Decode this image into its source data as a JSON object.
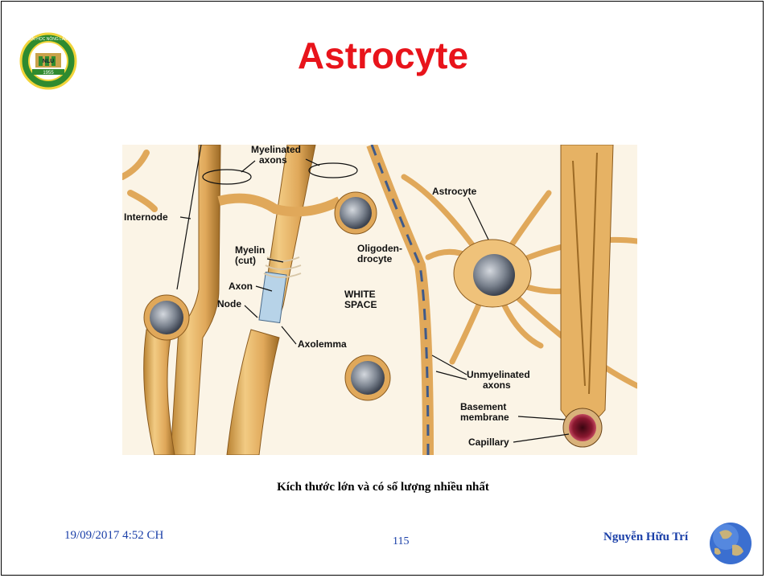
{
  "slide": {
    "title": "Astrocyte",
    "caption": "Kích thước lớn và có số lượng nhiều nhất",
    "footer": {
      "date": "19/09/2017 4:52 CH",
      "page": "115",
      "author": "Nguyễn Hữu Trí"
    }
  },
  "logo": {
    "top_text": "ĐẠI HỌC NÔNG LÂM",
    "center_text": "NLU",
    "year": "1955"
  },
  "diagram": {
    "labels": {
      "myelinated_axons": [
        "Myelinated",
        "axons"
      ],
      "internode": "Internode",
      "myelin_cut": [
        "Myelin",
        "(cut)"
      ],
      "axon": "Axon",
      "node": "Node",
      "axolemma": "Axolemma",
      "oligodendrocyte": [
        "Oligoden-",
        "drocyte"
      ],
      "white_space": [
        "WHITE",
        "SPACE"
      ],
      "astrocyte": "Astrocyte",
      "unmyelinated_axons": [
        "Unmyelinated",
        "axons"
      ],
      "basement_membrane": [
        "Basement",
        "membrane"
      ],
      "capillary": "Capillary"
    },
    "colors": {
      "tissue": "#e8b66a",
      "tissue_dark": "#b98232",
      "background": "#fbf4e6",
      "nucleus": "#7c8490",
      "title_red": "#e8141b",
      "footer_blue": "#1a3fa8"
    }
  }
}
